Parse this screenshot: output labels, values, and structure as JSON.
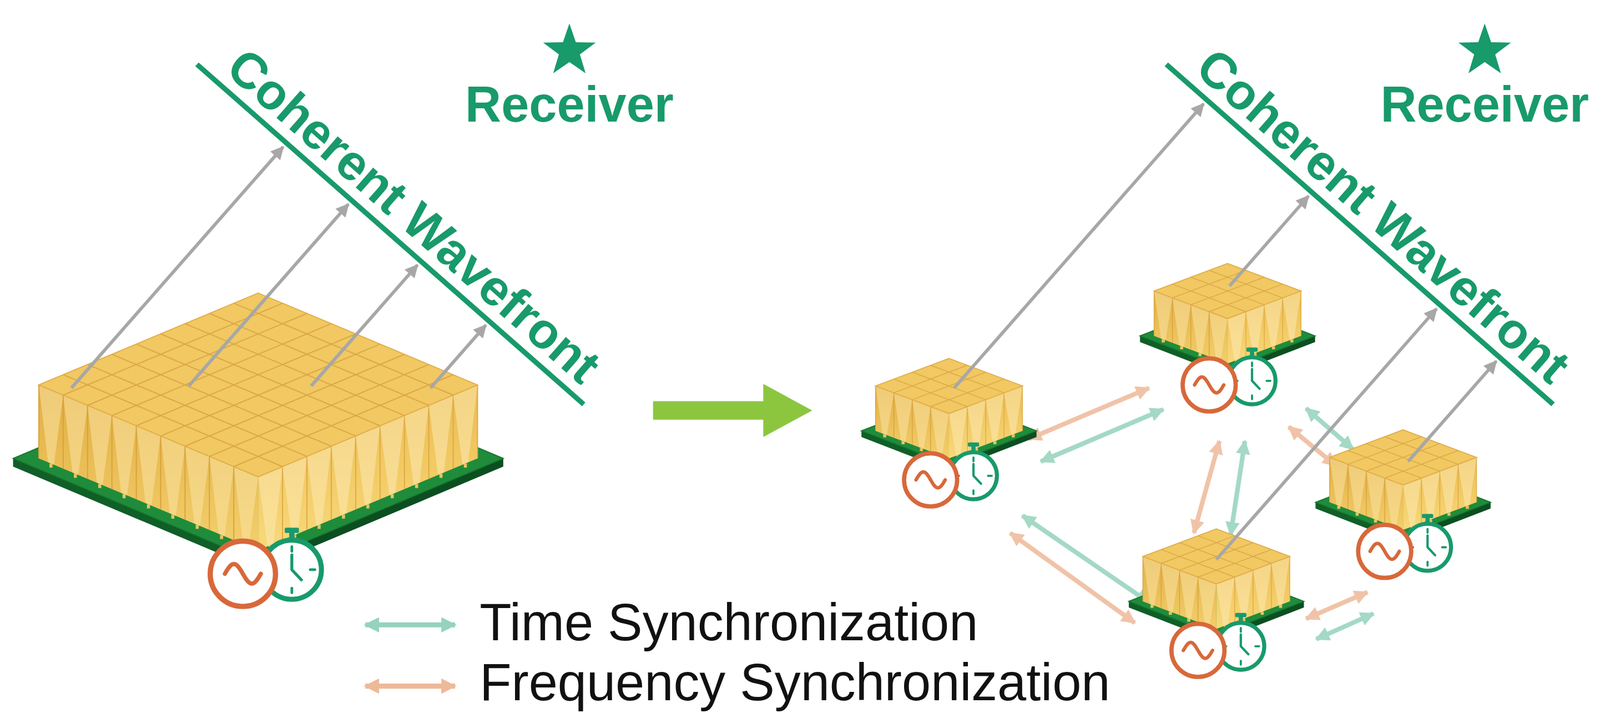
{
  "diagram": {
    "labels": [
      "Coherent Wavefront",
      "Receiver",
      "Coherent Wavefront",
      "Receiver"
    ],
    "legend": [
      {
        "text": "Time Synchronization"
      },
      {
        "text": "Frequency Synchronization"
      }
    ]
  }
}
